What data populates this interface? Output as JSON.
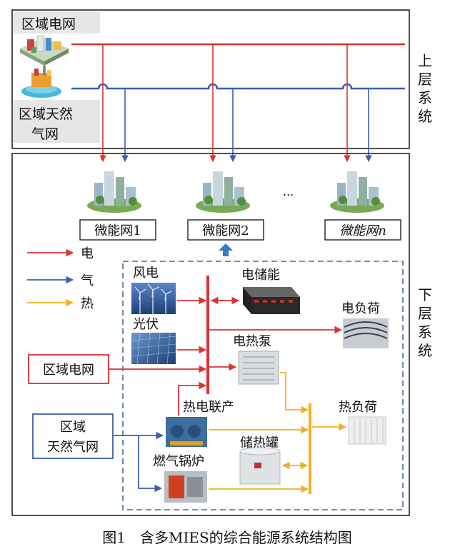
{
  "upper": {
    "grid_label": "区域电网",
    "gas_label_line1": "区域天然",
    "gas_label_line2": "气网",
    "system_label": [
      "上",
      "层",
      "系",
      "统"
    ]
  },
  "lower": {
    "system_label": [
      "下",
      "层",
      "系",
      "统"
    ],
    "microgrids": [
      "微能网1",
      "微能网2",
      "微能网n"
    ],
    "ellipsis": "...",
    "legend": [
      {
        "label": "电",
        "color": "#e03030"
      },
      {
        "label": "气",
        "color": "#3a5fb0"
      },
      {
        "label": "热",
        "color": "#f0b020"
      }
    ],
    "components": {
      "wind": "风电",
      "pv": "光伏",
      "storage": "电储能",
      "elec_load": "电负荷",
      "heat_pump": "电热泵",
      "grid": "区域电网",
      "chp": "热电联产",
      "heat_load": "热负荷",
      "gas_line1": "区域",
      "gas_line2": "天然气网",
      "heat_storage": "储热罐",
      "boiler": "燃气锅炉"
    }
  },
  "caption": "图1　含多MIES的综合能源系统结构图",
  "colors": {
    "electric": "#e03030",
    "gas": "#3a5fb0",
    "heat": "#f0b020",
    "dashed_border": "#4a6a90"
  }
}
